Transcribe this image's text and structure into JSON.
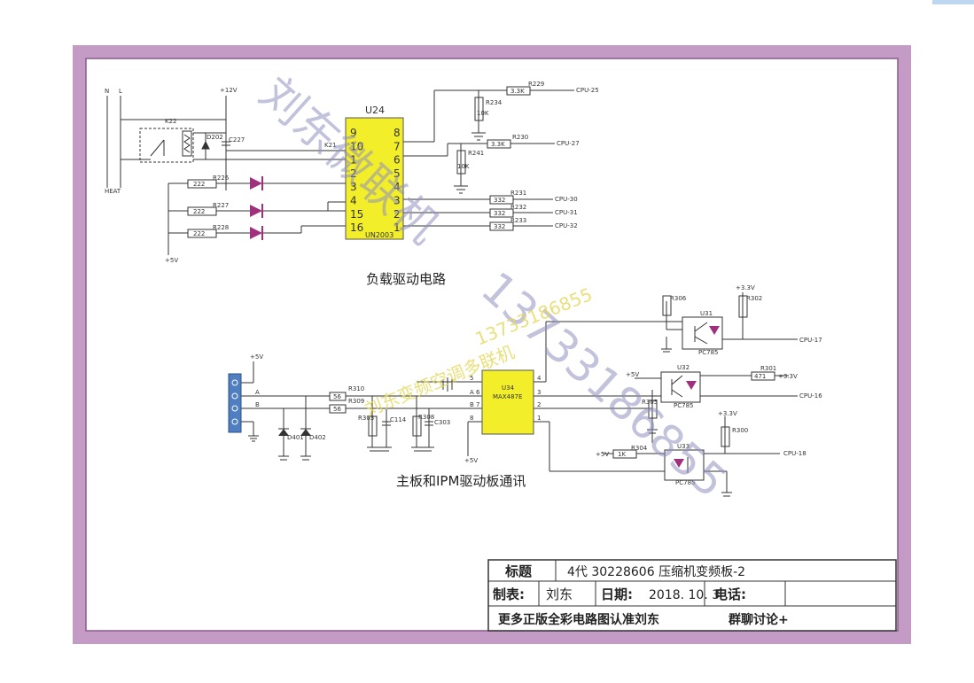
{
  "colors": {
    "frame_outer": "#c49bc4",
    "frame_border": "#9a6a9a",
    "chip_fill": "#f2ee2a",
    "diode_fill": "#a0307e",
    "connector_fill": "#4f7fc1",
    "watermark": "#8f8fbf",
    "watermark2": "#e4d85a",
    "wire": "#333333"
  },
  "u24": {
    "title": "U24",
    "part": "UN2003",
    "left_pins": [
      "9",
      "10",
      "1",
      "2",
      "3",
      "4",
      "15",
      "16"
    ],
    "right_pins": [
      "8",
      "7",
      "6",
      "5",
      "4",
      "3",
      "2",
      "1"
    ]
  },
  "top": {
    "n": "N",
    "l": "L",
    "heat": "HEAT",
    "v12": "+12V",
    "v5": "+5V",
    "k22": "K22",
    "d202": "D202",
    "c227": "C227",
    "k21": "K21",
    "r226": "R226",
    "r227": "R227",
    "r228": "R228",
    "r226v": "222",
    "r227v": "222",
    "r228v": "222",
    "r229": "R229",
    "r229v": "3.3K",
    "r234": "R234",
    "r234v": "10K",
    "r230": "R230",
    "r230v": "3.3K",
    "r241": "R241",
    "r241v": "10K",
    "r231": "R231",
    "r232": "R232",
    "r233": "R233",
    "r231v": "332",
    "r232v": "332",
    "r233v": "332",
    "cpu25": "CPU-25",
    "cpu27": "CPU-27",
    "cpu30": "CPU-30",
    "cpu31": "CPU-31",
    "cpu32": "CPU-32"
  },
  "u34": {
    "title": "U34",
    "part": "MAX487E",
    "pin_labels": [
      "5",
      "A 6",
      "B 7",
      "8",
      "4",
      "3",
      "2",
      "1"
    ]
  },
  "bottom": {
    "v5": "+5V",
    "v5b": "+5V",
    "r310": "R310",
    "r310v": "56",
    "r309": "R309",
    "r309v": "56",
    "a": "A",
    "b": "B",
    "d401": "D401",
    "d402": "D402",
    "r303": "R303",
    "c114": "C114",
    "r308": "R308",
    "c303": "C303",
    "r306": "R306",
    "r302": "R302",
    "v33a": "+3.3V",
    "u31": "U31",
    "pc785a": "PC785",
    "cpu17": "CPU-17",
    "r301": "R301",
    "r301v": "471",
    "v33b": "+3.3V",
    "u32": "U32",
    "v5c": "+5V",
    "pc785b": "PC785",
    "cpu16": "CPU-16",
    "r305": "R305",
    "v33c": "+3.3V",
    "r300": "R300",
    "r304": "R304",
    "v5d": "+5V",
    "r304v": "1K",
    "u33": "U33",
    "pc785c": "PC785",
    "cpu18": "CPU-18"
  },
  "labels": {
    "load_drive": "负载驱动电路",
    "comm": "主板和IPM驱动板通讯"
  },
  "title_block": {
    "title_label": "标题",
    "title_value": "4代 30228606 压缩机变频板-2",
    "maker_label": "制表:",
    "maker_value": "刘东",
    "date_label": "日期:",
    "date_value": "2018. 10. 3",
    "phone_label": "电话:",
    "footer": "更多正版全彩电路图认准刘东",
    "footer2": "群聊讨论+"
  },
  "watermark": {
    "line1": "刘东微联机",
    "line2": "13733186855",
    "line3": "13733186855",
    "line4": "刘东变频空调多联机"
  }
}
